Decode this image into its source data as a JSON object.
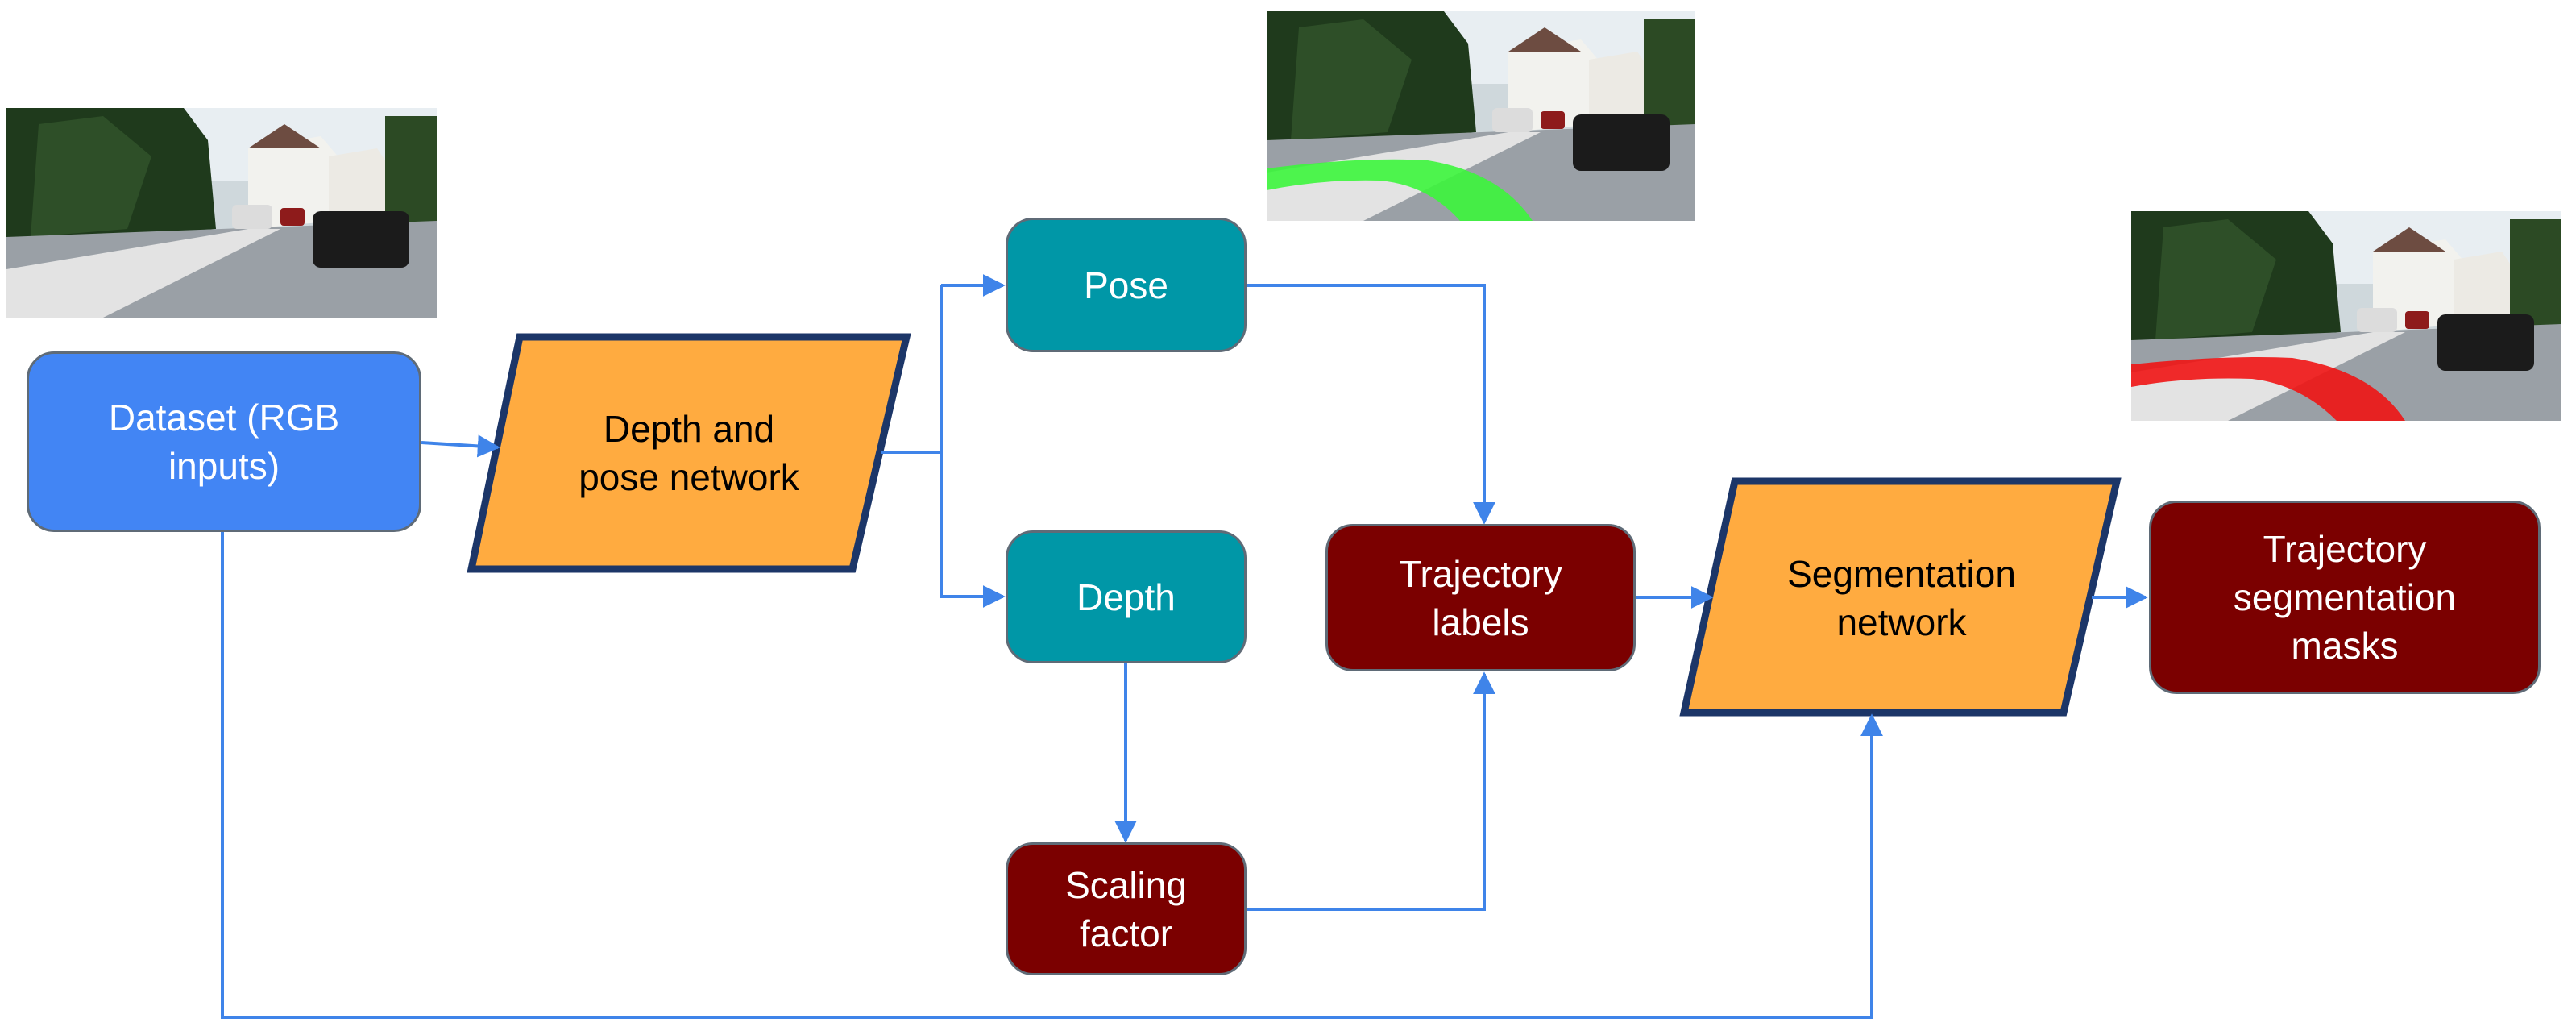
{
  "colors": {
    "connector": "#3f84e9",
    "network_fill": "#ffab40",
    "network_border": "#1c3668",
    "dataset_fill": "#4285f4",
    "output_fill": "#0097a7",
    "label_fill": "#7b0000",
    "trajectory_green": "#3cf53c",
    "trajectory_red": "#f01414"
  },
  "nodes": {
    "dataset": "Dataset (RGB\ninputs)",
    "depth_pose_network": "Depth and\npose network",
    "pose": "Pose",
    "depth": "Depth",
    "scaling_factor": "Scaling\nfactor",
    "trajectory_labels": "Trajectory\nlabels",
    "segmentation_network": "Segmentation\nnetwork",
    "trajectory_masks": "Trajectory\nsegmentation\nmasks"
  },
  "images": [
    {
      "name": "input-street-photo",
      "overlay": "none"
    },
    {
      "name": "green-trajectory-photo",
      "overlay": "trajectory_green"
    },
    {
      "name": "red-mask-photo",
      "overlay": "trajectory_red"
    }
  ]
}
